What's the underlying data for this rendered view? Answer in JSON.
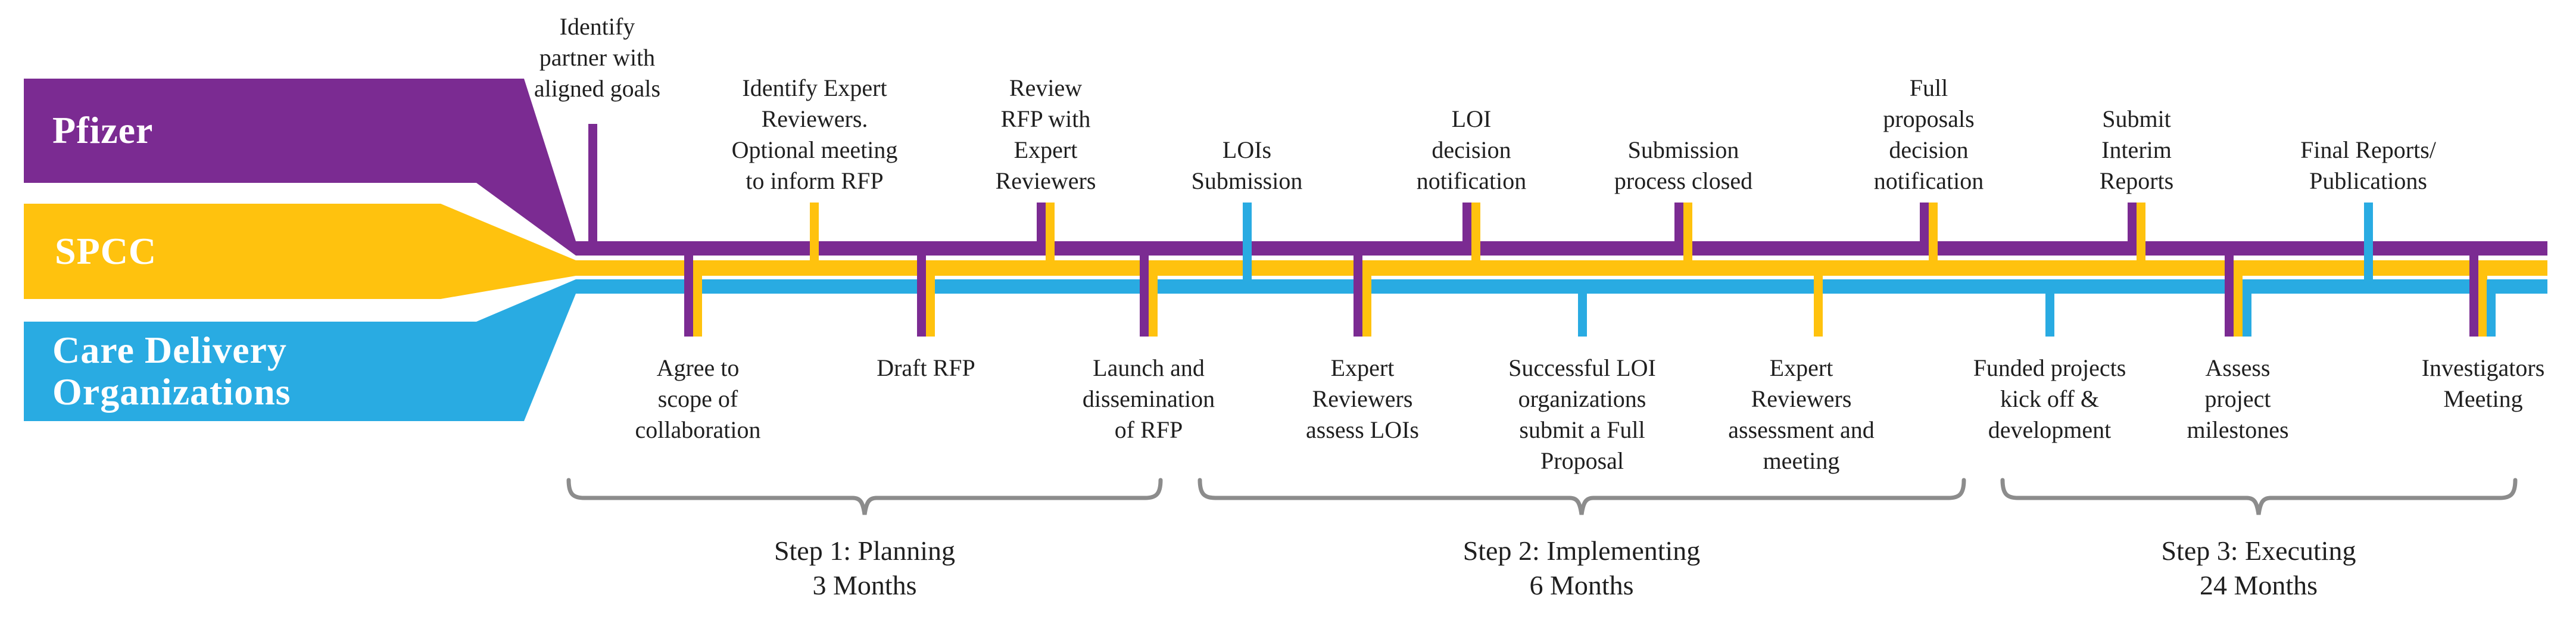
{
  "colors": {
    "pfizer_purple": "#7B2B92",
    "spcc_yellow": "#FFC20E",
    "cdo_blue": "#29ABE2",
    "brace_gray": "#8C8C8C",
    "label_text": "#1F1F1F"
  },
  "lanes": [
    {
      "label": "Pfizer"
    },
    {
      "label": "SPCC"
    },
    {
      "label": "Care Delivery\nOrganizations"
    }
  ],
  "milestones_above": [
    {
      "label": "Identify\npartner with\naligned goals",
      "ticks": [
        "pfizer"
      ]
    },
    {
      "label": "Identify Expert\nReviewers.\nOptional meeting\nto inform RFP",
      "ticks": [
        "spcc"
      ]
    },
    {
      "label": "Review\nRFP with\nExpert\nReviewers",
      "ticks": [
        "pfizer",
        "spcc"
      ]
    },
    {
      "label": "LOIs\nSubmission",
      "ticks": [
        "cdo"
      ]
    },
    {
      "label": "LOI\ndecision\nnotification",
      "ticks": [
        "pfizer",
        "spcc"
      ]
    },
    {
      "label": "Submission\nprocess closed",
      "ticks": [
        "pfizer",
        "spcc"
      ]
    },
    {
      "label": "Full\nproposals\ndecision\nnotification",
      "ticks": [
        "pfizer",
        "spcc"
      ]
    },
    {
      "label": "Submit\nInterim\nReports",
      "ticks": [
        "pfizer",
        "spcc"
      ]
    },
    {
      "label": "Final Reports/\nPublications",
      "ticks": [
        "cdo"
      ]
    }
  ],
  "milestones_below": [
    {
      "label": "Agree to\nscope of\ncollaboration",
      "ticks": [
        "pfizer",
        "spcc"
      ]
    },
    {
      "label": "Draft RFP",
      "ticks": [
        "pfizer",
        "spcc"
      ]
    },
    {
      "label": "Launch and\ndissemination\nof RFP",
      "ticks": [
        "pfizer",
        "spcc"
      ]
    },
    {
      "label": "Expert\nReviewers\nassess LOIs",
      "ticks": [
        "pfizer",
        "spcc"
      ]
    },
    {
      "label": "Successful LOI\norganizations\nsubmit a Full\nProposal",
      "ticks": [
        "cdo"
      ]
    },
    {
      "label": "Expert\nReviewers\nassessment and\nmeeting",
      "ticks": [
        "spcc"
      ]
    },
    {
      "label": "Funded projects\nkick off &\ndevelopment",
      "ticks": [
        "cdo"
      ]
    },
    {
      "label": "Assess\nproject\nmilestones",
      "ticks": [
        "pfizer",
        "spcc",
        "cdo"
      ]
    },
    {
      "label": "Investigators\nMeeting",
      "ticks": [
        "pfizer",
        "spcc",
        "cdo"
      ]
    }
  ],
  "steps": [
    {
      "label": "Step 1: Planning",
      "duration": "3 Months"
    },
    {
      "label": "Step 2: Implementing",
      "duration": "6 Months"
    },
    {
      "label": "Step 3: Executing",
      "duration": "24 Months"
    }
  ]
}
